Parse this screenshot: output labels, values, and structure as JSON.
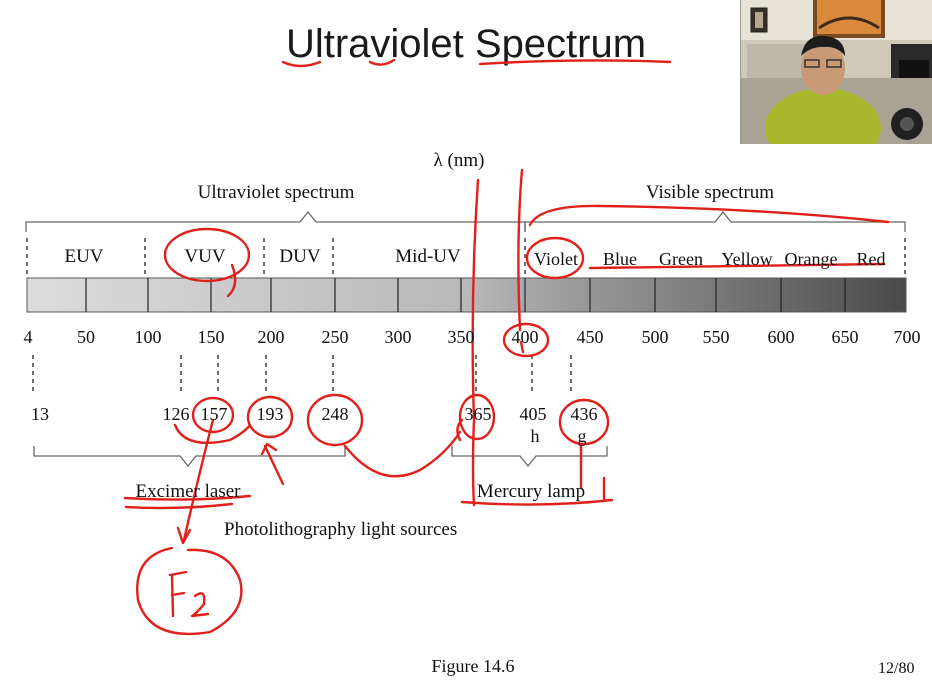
{
  "slide": {
    "title": "Ultraviolet Spectrum",
    "figure_caption": "Figure 14.6",
    "page_number": "12/80"
  },
  "diagram": {
    "axis_label": "λ (nm)",
    "uv_group_label": "Ultraviolet spectrum",
    "visible_group_label": "Visible spectrum",
    "uv_bands": [
      "EUV",
      "VUV",
      "DUV",
      "Mid-UV"
    ],
    "visible_bands": [
      "Violet",
      "Blue",
      "Green",
      "Yellow",
      "Orange",
      "Red"
    ],
    "scale_ticks": [
      "4",
      "50",
      "100",
      "150",
      "200",
      "250",
      "300",
      "350",
      "400",
      "450",
      "500",
      "550",
      "600",
      "650",
      "700"
    ],
    "source_wavelengths": [
      "13",
      "126",
      "157",
      "193",
      "248",
      "365",
      "405",
      "436"
    ],
    "line_letters": {
      "h": "h",
      "g": "g"
    },
    "excimer_label": "Excimer laser",
    "mercury_label": "Mercury lamp",
    "sources_label": "Photolithography light sources"
  },
  "colors": {
    "ink_annotation": "#e0201a",
    "bar_light": "#d8d8d8",
    "bar_dark": "#555555"
  },
  "annotations": {
    "handwritten_note": "F2"
  }
}
